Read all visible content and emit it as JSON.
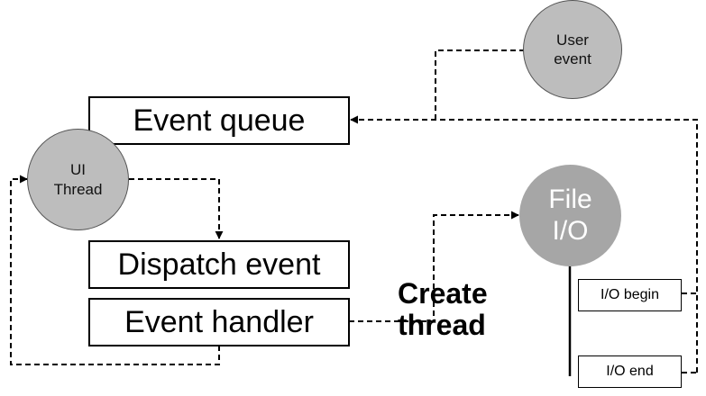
{
  "nodes": {
    "event_queue": "Event queue",
    "dispatch_event": "Dispatch event",
    "event_handler": "Event handler",
    "io_begin": "I/O begin",
    "io_end": "I/O end"
  },
  "circles": {
    "ui_thread": [
      "UI",
      "Thread"
    ],
    "user_event": [
      "User",
      "event"
    ],
    "file_io": [
      "File",
      "I/O"
    ]
  },
  "labels": {
    "create_thread": [
      "Create",
      "thread"
    ]
  },
  "colors": {
    "small_circle_fill": "#bdbdbd",
    "file_io_fill": "#a6a6a6",
    "line": "#000000"
  }
}
